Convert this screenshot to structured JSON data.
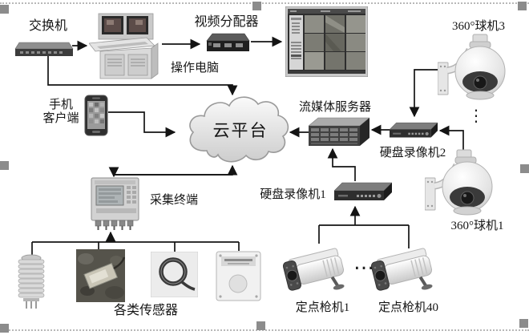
{
  "colors": {
    "background": "#ffffff",
    "line": "#141414",
    "text": "#1a1a1a",
    "selection_handle": "#8c8c8c",
    "dotted_border": "#b8b8b8"
  },
  "diagram": {
    "switch": {
      "label": "交换机"
    },
    "computer": {
      "label": "操作电脑"
    },
    "distributor": {
      "label": "视频分配器"
    },
    "camera3": {
      "label": "360°球机3"
    },
    "phone": {
      "label1": "手机",
      "label2": "客户端"
    },
    "cloud": {
      "label": "云平台"
    },
    "server": {
      "label": "流媒体服务器"
    },
    "dvr2": {
      "label": "硬盘录像机2"
    },
    "camera1": {
      "label": "360°球机1"
    },
    "terminal": {
      "label": "采集终端"
    },
    "dvr1": {
      "label": "硬盘录像机1"
    },
    "sensors": {
      "label": "各类传感器"
    },
    "bullet1": {
      "label": "定点枪机1"
    },
    "bullet40": {
      "label": "定点枪机40"
    },
    "more_cameras_vertical": "⋮",
    "more_cameras_horizontal": "…"
  }
}
